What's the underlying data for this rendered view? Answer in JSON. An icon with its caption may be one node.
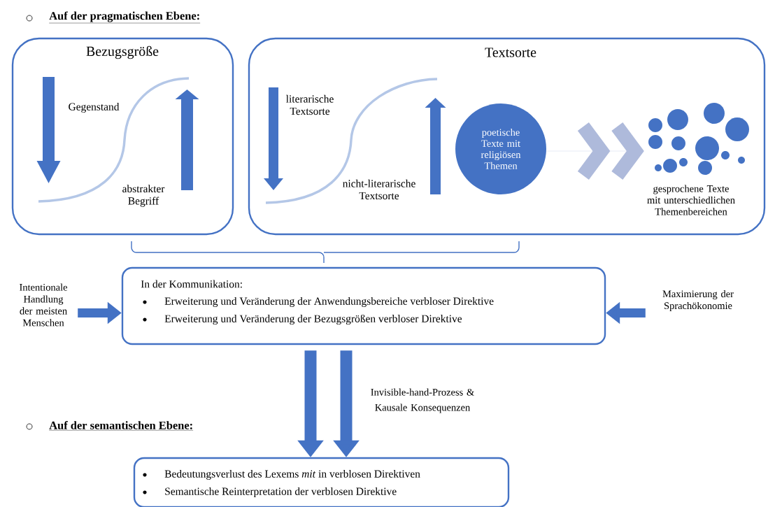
{
  "diagram": {
    "nodes": [
      {
        "text": [
          "Bezugsgröße",
          "Gegenstand",
          "abstrakter Begriff"
        ]
      },
      {
        "text": [
          "Textsorte",
          "literarische Textsorte",
          "nicht-literarische Textsorte"
        ]
      },
      {
        "text": [
          "poetische Texte mit religiösen Themen"
        ],
        "in": 1
      },
      {
        "text": [
          "gesprochene Texte mit unterschiedlichen Themenbereichen"
        ],
        "in": 1
      },
      {
        "text": [
          "In der Kommunikation:",
          "Erweiterung und Veränderung der Anwendungsbereiche verbloser Direktive",
          "Erweiterung und Veränderung der Bezugsgrößen verbloser Direktive"
        ]
      },
      {
        "text": [
          "Intentionale Handlung der meisten Menschen"
        ]
      },
      {
        "text": [
          "Maximierung der Sprachökonomie"
        ]
      },
      {
        "text": [
          "Bedeutungsverlust des Lexems *mit* in verblosen Direktiven",
          "Semantische Reinterpretation der verblosen Direktive"
        ]
      }
    ],
    "edges": [
      {
        "from": 2,
        "to": 3,
        "arrow": "to",
        "color": "#aebadb"
      },
      {
        "from": 5,
        "to": 4,
        "arrow": "to"
      },
      {
        "from": 6,
        "to": 4,
        "arrow": "to"
      },
      {
        "from": 4,
        "to": 7,
        "arrow": "to"
      },
      {
        "from": 4,
        "to": 7,
        "arrow": "to",
        "label": "Invisible-hand-Prozess & Kausale Konsequenzen"
      }
    ],
    "labels": [
      "Auf der pragmatischen Ebene:",
      "Auf der semantischen Ebene:"
    ]
  }
}
